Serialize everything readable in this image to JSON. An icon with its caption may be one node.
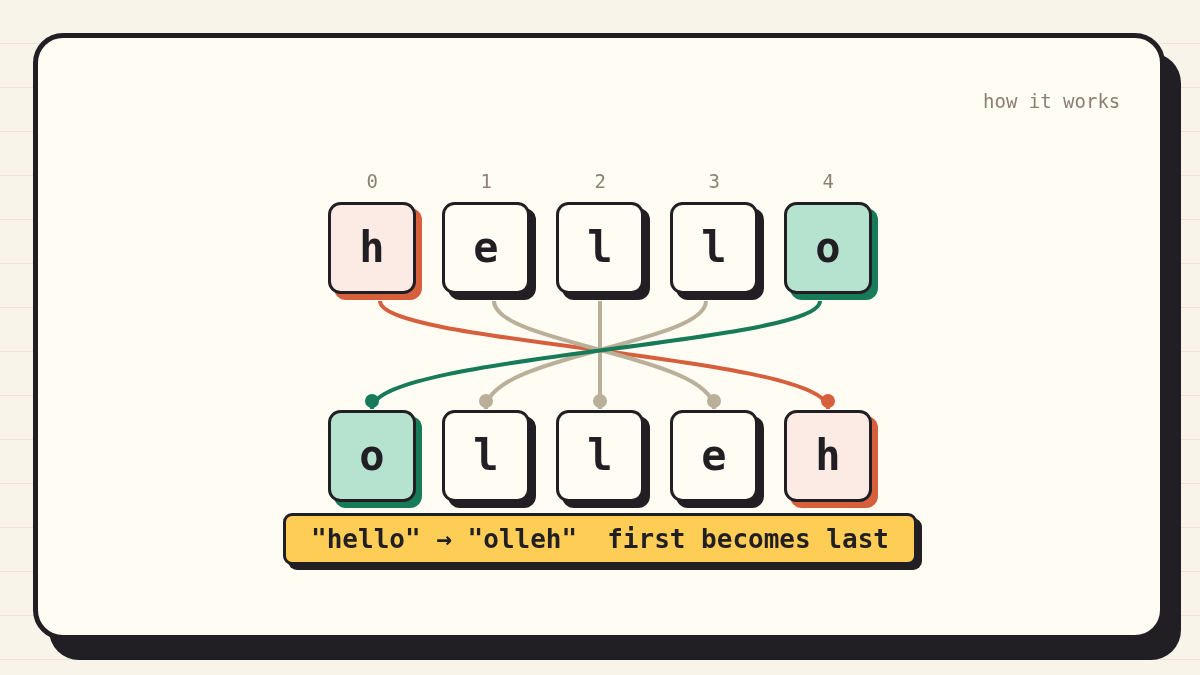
{
  "diagram": {
    "nodes": [
      {
        "text": [
          "h"
        ],
        "beside": [
          "0"
        ]
      },
      {
        "text": [
          "e"
        ],
        "beside": [
          "1"
        ]
      },
      {
        "text": [
          "l"
        ],
        "beside": [
          "2"
        ]
      },
      {
        "text": [
          "l"
        ],
        "beside": [
          "3"
        ]
      },
      {
        "text": [
          "o"
        ],
        "beside": [
          "4"
        ]
      },
      {
        "text": [
          "o"
        ]
      },
      {
        "text": [
          "l"
        ]
      },
      {
        "text": [
          "l"
        ]
      },
      {
        "text": [
          "e"
        ]
      },
      {
        "text": [
          "h"
        ]
      },
      {
        "text": [
          "\"hello\" → \"olleh\"",
          "first becomes last"
        ]
      }
    ],
    "edges": [
      {
        "from": 0,
        "to": 9,
        "arrow": "other",
        "color": "#d65f3c"
      },
      {
        "from": 1,
        "to": 8,
        "arrow": "other"
      },
      {
        "from": 2,
        "to": 7,
        "arrow": "other"
      },
      {
        "from": 3,
        "to": 6,
        "arrow": "other"
      },
      {
        "from": 4,
        "to": 5,
        "arrow": "other",
        "color": "#177a58"
      }
    ],
    "labels": [
      "how it works"
    ]
  }
}
